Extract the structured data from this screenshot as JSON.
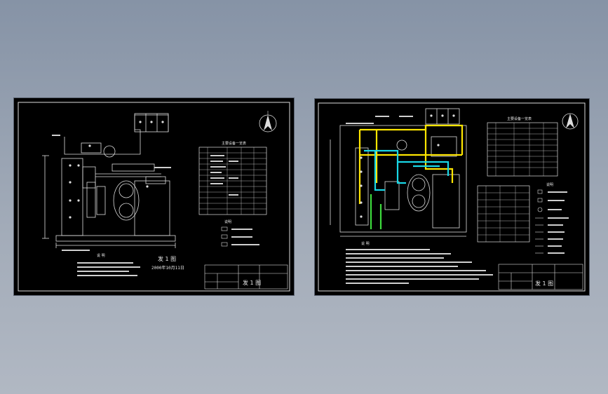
{
  "sheets": [
    {
      "id": "left",
      "title_big": "发 1 图",
      "date": "2000年10月11日",
      "legend_heading": "说明",
      "table_heading": "主要设备一览表"
    },
    {
      "id": "right",
      "title_big": "发 1 图",
      "legend_heading": "说明",
      "table_heading": "主要设备一览表"
    }
  ],
  "colors": {
    "background": "#97a1b1",
    "sheet": "#000000",
    "line": "#e6e6e6",
    "pipe_yellow": "#ffe600",
    "pipe_cyan": "#19d7e6",
    "pipe_green": "#3ddc3d"
  },
  "icons": {
    "north_arrow": "north-arrow-icon"
  }
}
